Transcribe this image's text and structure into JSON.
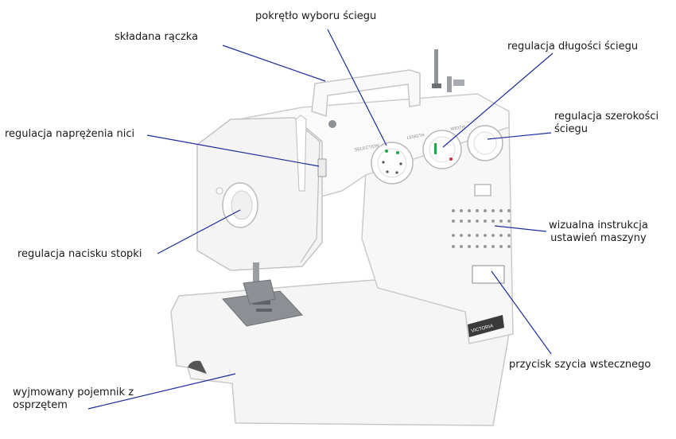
{
  "colors": {
    "leader": "#1c2d9c",
    "body": "#f6f6f6",
    "outline": "#c9c9c9",
    "accent_green": "#22a845",
    "accent_red": "#d12a2a"
  },
  "callouts": {
    "handle": "składana rączka",
    "stitch_selector": "pokrętło wyboru ściegu",
    "stitch_length": "regulacja długości ściegu",
    "thread_tension": "regulacja naprężenia nici",
    "stitch_width": [
      "regulacja szerokości",
      "ściegu"
    ],
    "presser_pressure": "regulacja nacisku stopki",
    "visual_guide": [
      "wizualna instrukcja",
      "ustawień maszyny"
    ],
    "reverse_button": "przycisk szycia wstecznego",
    "accessory_box": [
      "wyjmowany pojemnik z",
      "osprzętem"
    ]
  },
  "machine_markings": {
    "selection": "SELECTION",
    "length": "LENGTH",
    "width": "WIDTH",
    "brand": "VICTORIA"
  },
  "icons": [
    "sewing-machine-illustration"
  ]
}
